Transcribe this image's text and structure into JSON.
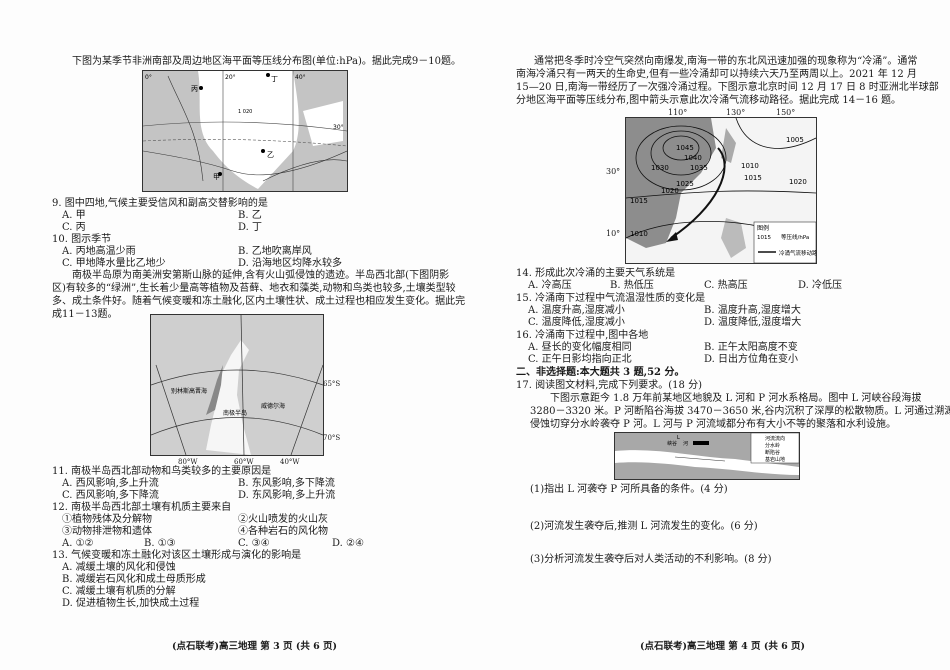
{
  "left": {
    "intro910": "下图为某季节非洲南部及周边地区海平面等压线分布图(单位:hPa)。据此完成9－10题。",
    "map1": {
      "lon": [
        "0°",
        "20°",
        "40°"
      ],
      "lat": "30°",
      "places": [
        "甲",
        "乙",
        "丙",
        "丁"
      ],
      "isobar": "1 020"
    },
    "q9": {
      "stem": "9. 图中四地,气候主要受信风和副高交替影响的是",
      "A": "A. 甲",
      "B": "B. 乙",
      "C": "C. 丙",
      "D": "D. 丁"
    },
    "q10": {
      "stem": "10. 图示季节",
      "A": "A. 丙地高温少雨",
      "B": "B. 乙地吹离岸风",
      "C": "C. 甲地降水量比乙地少",
      "D": "D. 沿海地区均降水较多"
    },
    "passage": [
      "南极半岛原为南美洲安第斯山脉的延伸,含有火山弧侵蚀的遗迹。半岛西北部(下图阴影",
      "区)有较多的“绿洲”,生长着少量高等植物及苔藓、地衣和藻类,动物和鸟类也较多,土壤类型较",
      "多、成土条件好。随着气候变暖和冻土融化,区内土壤性状、成土过程也相应发生变化。据此完",
      "成11－13题。"
    ],
    "map2": {
      "sea_w": "别林斯高晋海",
      "sea_e": "威德尔海",
      "peninsula": "南极半岛",
      "lon": [
        "80°W",
        "60°W",
        "40°W"
      ],
      "lat": [
        "65°S",
        "70°S"
      ]
    },
    "q11": {
      "stem": "11. 南极半岛西北部动物和鸟类较多的主要原因是",
      "A": "A. 西风影响,多上升流",
      "B": "B. 东风影响,多下降流",
      "C": "C. 西风影响,多下降流",
      "D": "D. 东风影响,多上升流"
    },
    "q12": {
      "stem": "12. 南极半岛西北部土壤有机质主要来自",
      "i1": "①植物残体及分解物",
      "i2": "②火山喷发的火山灰",
      "i3": "③动物排泄物和遗体",
      "i4": "④各种岩石的风化物",
      "A": "A. ①②",
      "B": "B. ①③",
      "C": "C. ③④",
      "D": "D. ②④"
    },
    "q13": {
      "stem": "13. 气候变暖和冻土融化对该区土壤形成与演化的影响是",
      "A": "A. 减缓土壤的风化和侵蚀",
      "B": "B. 减缓岩石风化和成土母质形成",
      "C": "C. 减缓土壤有机质的分解",
      "D": "D. 促进植物生长,加快成土过程"
    },
    "footer": "(点石联考)高三地理 第 3 页 (共 6 页)"
  },
  "right": {
    "passage": [
      "通常把冬季时冷空气突然向南爆发,南海一带的东北风迅速加强的现象称为“冷涌”。通常",
      "南海冷涌只有一两天的生命史,但有一些冷涌却可以持续六天乃至两周以上。2021 年 12 月",
      "15—20 日,南海一带经历了一次强冷涌过程。下图示意北京时间 12 月 17 日 8 时亚洲北半球部",
      "分地区海平面等压线分布,图中箭头示意此次冷涌气流移动路径。据此完成 14－16 题。"
    ],
    "map3": {
      "lon": [
        "110°",
        "130°",
        "150°"
      ],
      "lat": [
        "30°",
        "10°"
      ],
      "isobars": [
        "1045",
        "1040",
        "1035",
        "1030",
        "1025",
        "1020",
        "1015",
        "1010",
        "1005",
        "1020",
        "1015",
        "1010"
      ],
      "legend_title": "图例",
      "legend_isobar": "1015",
      "legend_isobar_label": "等压线/hPa",
      "legend_arrow_label": "冷涌气流移动路径"
    },
    "q14": {
      "stem": "14. 形成此次冷涌的主要天气系统是",
      "A": "A. 冷高压",
      "B": "B. 热低压",
      "C": "C. 热高压",
      "D": "D. 冷低压"
    },
    "q15": {
      "stem": "15. 冷涌南下过程中气流温湿性质的变化是",
      "A": "A. 温度升高,湿度减小",
      "B": "B. 温度升高,湿度增大",
      "C": "C. 温度降低,湿度减小",
      "D": "D. 温度降低,湿度增大"
    },
    "q16": {
      "stem": "16. 冷涌南下过程中,图中各地",
      "A": "A. 昼长的变化幅度相同",
      "B": "B. 正午太阳高度不变",
      "C": "C. 正午日影均指向正北",
      "D": "D. 日出方位角在变小"
    },
    "section2": "二、非选择题:本大题共 3 题,52 分。",
    "q17": {
      "stem": "17. 阅读图文材料,完成下列要求。(18 分)",
      "passage": [
        "下图示意距今 1.8 万年前某地区地貌及 L 河和 P 河水系格局。图中 L 河峡谷段海拔",
        "3280－3320 米。P 河断陷谷海拔 3470－3650 米,谷内沉积了深厚的松散物质。L 河通过溯源",
        "侵蚀切穿分水岭袭夺 P 河。L 河与 P 河流域都分布有大小不等的聚落和水利设施。"
      ],
      "map4": {
        "river_l": "L",
        "gorge": "峡谷",
        "river": "河",
        "legend": [
          "河流流向",
          "分水岭",
          "断陷谷",
          "基岩山地"
        ]
      },
      "p1": "(1)指出 L 河袭夺 P 河所具备的条件。(4 分)",
      "p2": "(2)河流发生袭夺后,推测 L 河流发生的变化。(6 分)",
      "p3": "(3)分析河流发生袭夺后对人类活动的不利影响。(8 分)"
    },
    "footer": "(点石联考)高三地理 第 4 页 (共 6 页)"
  }
}
